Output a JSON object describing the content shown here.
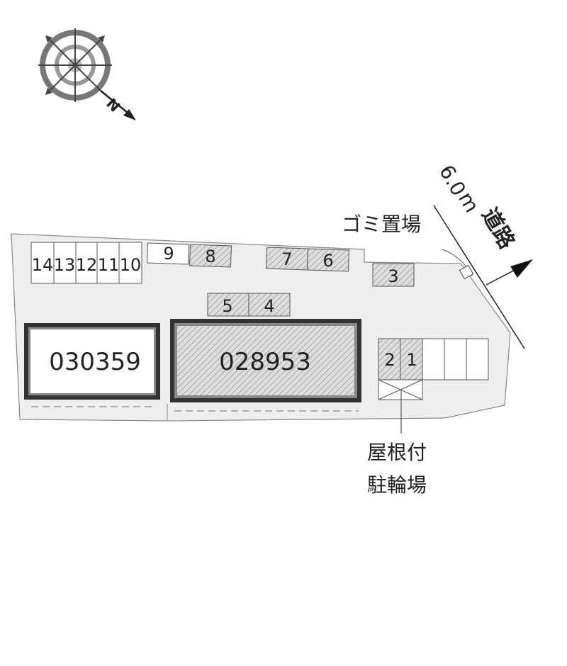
{
  "compass": {
    "icon": "compass-rose-icon",
    "north_label": "N"
  },
  "road": {
    "width_label": "6.0",
    "unit_label": "m",
    "name_label": "道路"
  },
  "garbage_area": {
    "label": "ゴミ置場"
  },
  "bike_parking": {
    "line1": "屋根付",
    "line2": "駐輪場"
  },
  "buildings": [
    {
      "id": "030359"
    },
    {
      "id": "028953"
    }
  ],
  "parking_spaces": [
    "14",
    "13",
    "12",
    "11",
    "10",
    "9",
    "8",
    "7",
    "6",
    "5",
    "4",
    "3",
    "2",
    "1"
  ],
  "colors": {
    "lot": "#eeeeee",
    "outline": "#777777",
    "building_wall": "#333333",
    "hatch": "#bbbbbb"
  }
}
